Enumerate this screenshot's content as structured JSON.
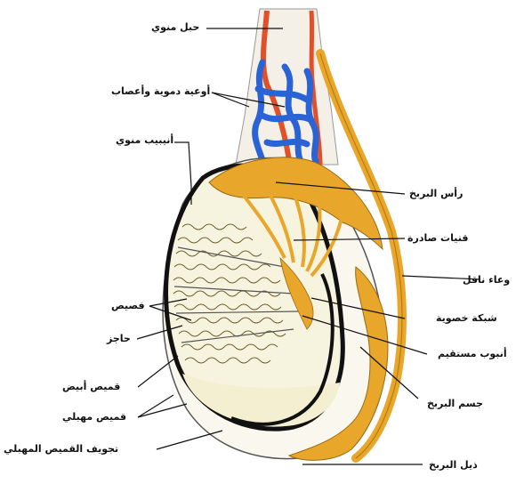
{
  "labels": {
    "spermatic_cord": "حبل منوي",
    "vessels_nerves": "أوعية دموية وأعصاب",
    "seminiferous_tubule": "أنيبيب منوي",
    "epididymis_head": "رأس البربخ",
    "efferent_ductules": "قنيات صادرة",
    "vas_deferens": "وعاء ناقل",
    "rete_testis": "شبكة خصوية",
    "straight_tubule": "أنبوب مستقيم",
    "lobule": "فصيص",
    "septum": "حاجز",
    "tunica_albuginea": "قميص أبيض",
    "tunica_vaginalis": "قميص مهبلي",
    "vaginal_cavity": "تجويف القميص المهبلي",
    "epididymis_body": "جسم البربخ",
    "epididymis_tail": "ذيل البربخ"
  },
  "colors": {
    "artery": "#e0502a",
    "vein": "#2a63d6",
    "epididymis": "#e8a62a",
    "tubule_fill": "#f6f3de",
    "tunica": "#111111",
    "cavity": "#f3efd0"
  }
}
